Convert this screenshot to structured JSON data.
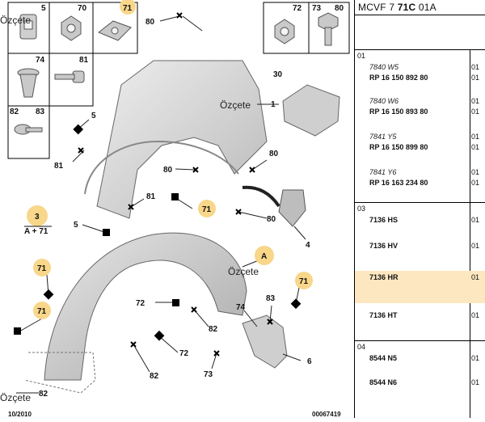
{
  "header": {
    "prefix": "MCVF 7 ",
    "bold": "71C",
    "suffix": " 01A"
  },
  "watermark": "Özçete",
  "footer": {
    "date": "10/2010",
    "doc_number": "00067419"
  },
  "diagram": {
    "thumb_labels": [
      "5",
      "70",
      "71",
      "72",
      "73",
      "80",
      "74",
      "81",
      "82",
      "83"
    ],
    "callouts": {
      "c80_top": "80",
      "c30": "30",
      "c1": "1",
      "c5": "5",
      "c81_left": "81",
      "c80_mid": "80",
      "c80_right": "80",
      "c80_low": "80",
      "c81_mid": "81",
      "c5_low": "5",
      "c71_a": "71",
      "c3": "3",
      "c3_sub": "A + 71",
      "c4": "4",
      "cA": "A",
      "c71_b": "71",
      "c71_c": "71",
      "c71_d": "71",
      "c72_a": "72",
      "c82_a": "82",
      "c83": "83",
      "c74": "74",
      "c82_b": "82",
      "c72_b": "72",
      "c6": "6",
      "c73": "73",
      "c82_c": "82"
    }
  },
  "sections": [
    {
      "num": "01",
      "rows": [
        {
          "code": "7840 W5",
          "ref": "RP 16 150 892 80",
          "qty1": "01",
          "qty2": "01"
        },
        {
          "code": "7840 W6",
          "ref": "RP 16 150 893 80",
          "qty1": "01",
          "qty2": "01"
        },
        {
          "code": "7841 Y5",
          "ref": "RP 16 150 899 80",
          "qty1": "01",
          "qty2": "01"
        },
        {
          "code": "7841 Y6",
          "ref": "RP 16 163 234 80",
          "qty1": "01",
          "qty2": "01"
        }
      ]
    },
    {
      "num": "03",
      "rows": [
        {
          "ref": "7136 HS",
          "qty": "01"
        },
        {
          "ref": "7136 HV",
          "qty": "01"
        },
        {
          "ref": "7136 HR",
          "qty": "01",
          "highlight": true
        },
        {
          "ref": "7136 HT",
          "qty": "01"
        }
      ]
    },
    {
      "num": "04",
      "rows": [
        {
          "ref": "8544 N5",
          "qty": "01"
        },
        {
          "ref": "8544 N6",
          "qty": "01"
        }
      ]
    }
  ],
  "colors": {
    "highlight": "#fde7c0",
    "callout_circle": "#f8d68a",
    "part_fill": "#d9d9d9"
  }
}
